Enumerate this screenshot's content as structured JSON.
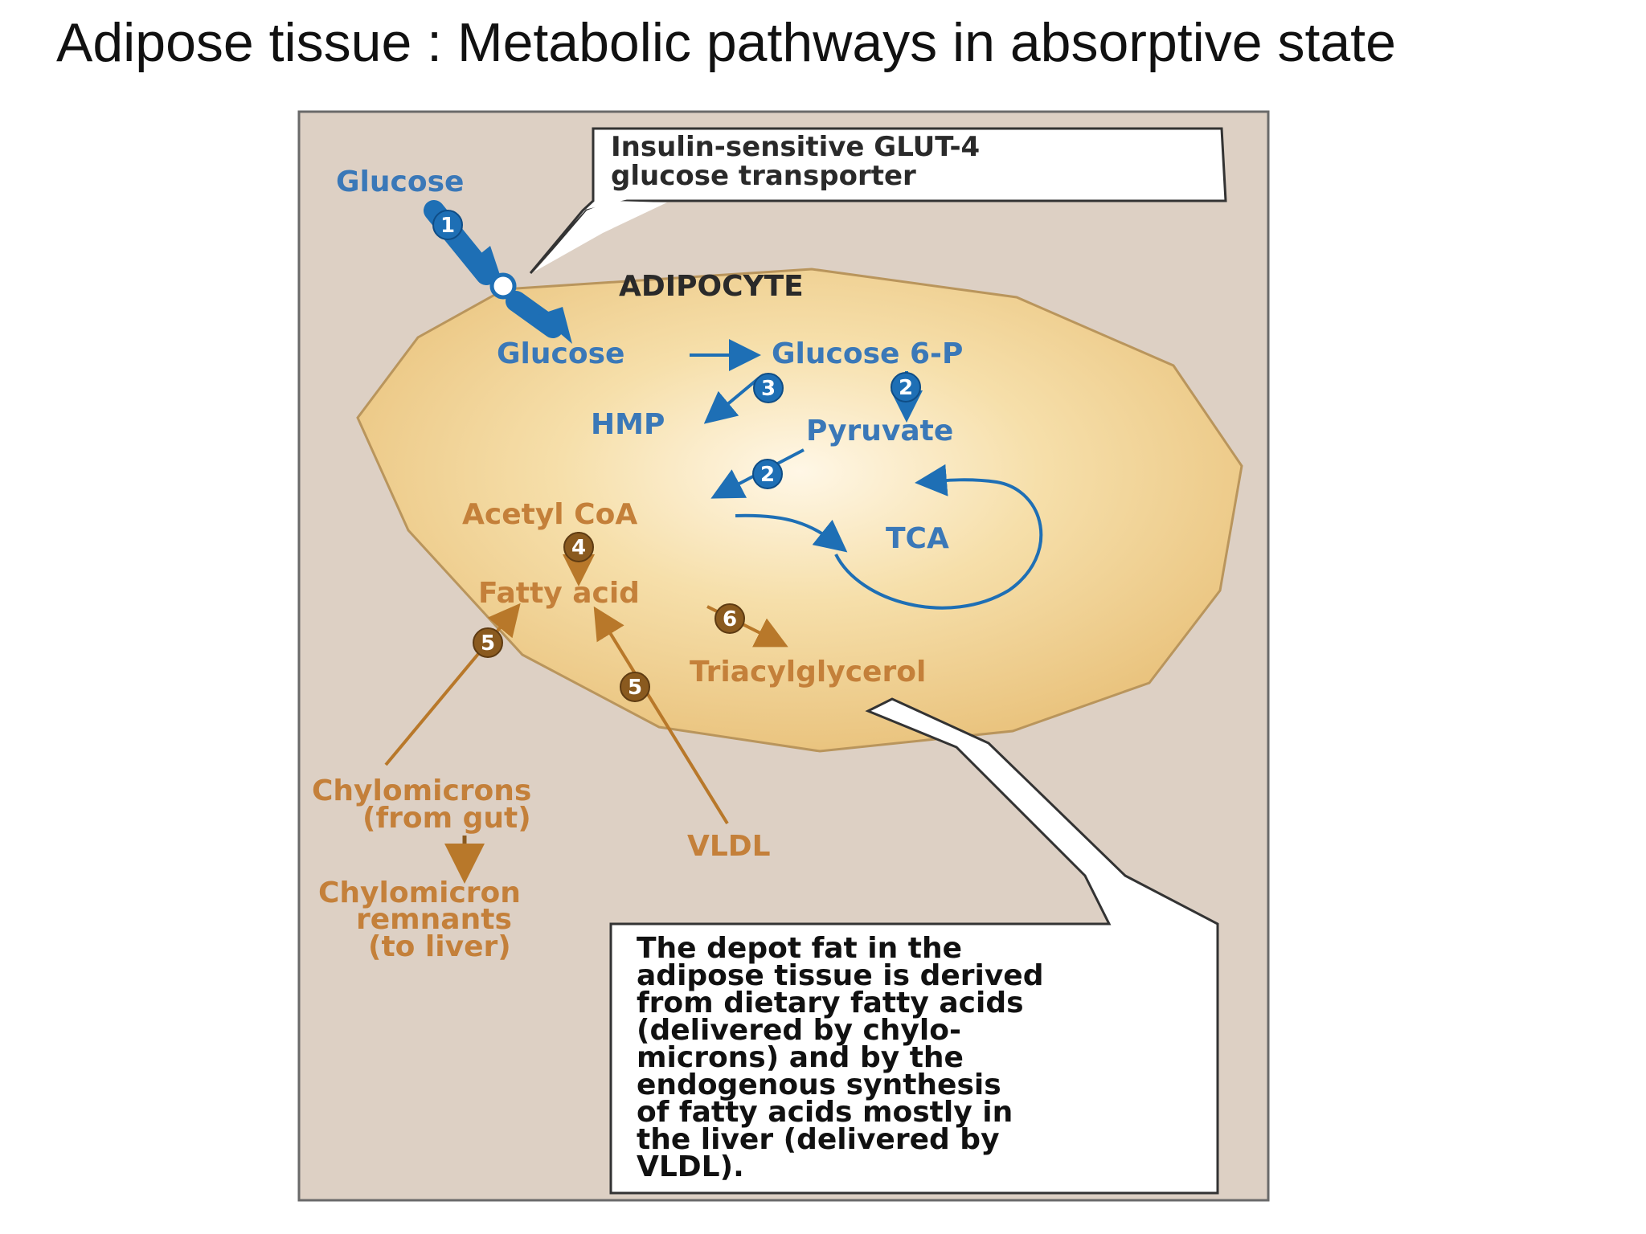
{
  "slide": {
    "title": "Adipose tissue : Metabolic pathways in absorptive state"
  },
  "diagram": {
    "cell_label": "ADIPOCYTE",
    "callouts": {
      "glut4": [
        "Insulin-sensitive GLUT-4",
        "glucose transporter"
      ],
      "depot": [
        "The depot fat in the",
        "adipose tissue is derived",
        "from dietary fatty acids",
        "(delivered by chylo-",
        "microns) and by the",
        "endogenous synthesis",
        "of fatty acids mostly in",
        "the liver (delivered by",
        "VLDL)."
      ]
    },
    "metabolites": {
      "glucose_outside": "Glucose",
      "glucose_inside": "Glucose",
      "glucose_6p": "Glucose 6-P",
      "hmp": "HMP",
      "pyruvate": "Pyruvate",
      "acetyl_coa": "Acetyl CoA",
      "tca": "TCA",
      "fatty_acid": "Fatty acid",
      "triacylglycerol": "Triacylglycerol",
      "chylomicrons": [
        "Chylomicrons",
        "(from gut)"
      ],
      "vldl": "VLDL",
      "chylomicron_remnants": [
        "Chylomicron",
        "remnants",
        "(to liver)"
      ]
    },
    "steps": {
      "glucose_transport": "1",
      "glycolysis_a": "2",
      "glycolysis_b": "2",
      "hmp": "3",
      "fa_synthesis": "4",
      "lipoprotein_lipase_a": "5",
      "lipoprotein_lipase_b": "5",
      "tag_synthesis": "6"
    },
    "colors": {
      "panel": "#ddd0c4",
      "cell": "#f3d79c",
      "carbohydrate": "#1e6fb5",
      "lipid": "#b8782a"
    }
  }
}
